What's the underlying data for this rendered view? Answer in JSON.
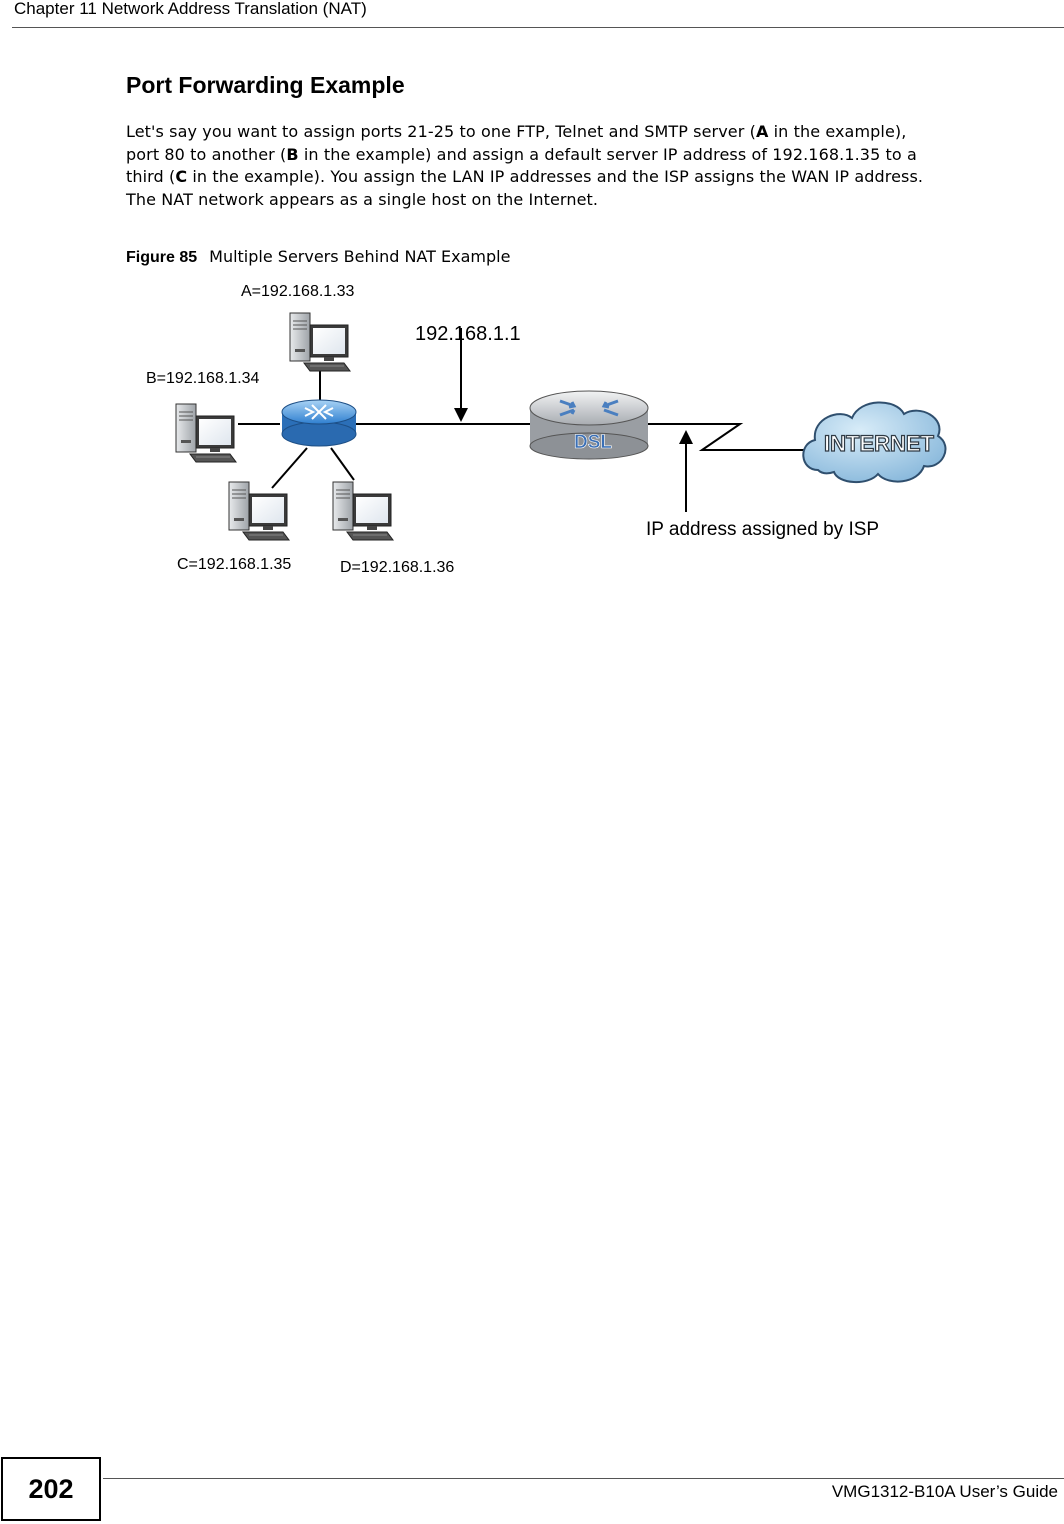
{
  "header": {
    "chapter_title": "Chapter 11 Network Address Translation (NAT)"
  },
  "section": {
    "heading": "Port Forwarding Example",
    "paragraph": {
      "line1_a": "Let's say you want to assign ports 21-25 to one FTP, Telnet and SMTP server (",
      "line1_bold": "A",
      "line1_b": " in the example),",
      "line2_a": "port 80 to another (",
      "line2_bold": "B",
      "line2_b": " in the example) and assign a default server IP address of 192.168.1.35 to a",
      "line3_a": "third (",
      "line3_bold": "C",
      "line3_b": " in the example). You assign the LAN IP addresses and the ISP assigns the WAN IP address.",
      "line4": "The NAT network appears as a single host on the Internet."
    }
  },
  "figure": {
    "number": "Figure 85",
    "title": "Multiple Servers Behind NAT Example",
    "labels": {
      "server_a": "A=192.168.1.33",
      "server_b": "B=192.168.1.34",
      "server_c": "C=192.168.1.35",
      "server_d": "D=192.168.1.36",
      "lan_ip": "192.168.1.1",
      "isp_ip": "IP address assigned by ISP",
      "router_brand": "DSL",
      "cloud_text": "INTERNET"
    },
    "colors": {
      "switch_blue": "#3c8fd8",
      "cloud_blue": "#8fbfe0",
      "router_gray": "#c9ccd0",
      "arrow_blue": "#4a7fc0"
    }
  },
  "footer": {
    "page_number": "202",
    "guide_title": "VMG1312-B10A User’s Guide"
  }
}
